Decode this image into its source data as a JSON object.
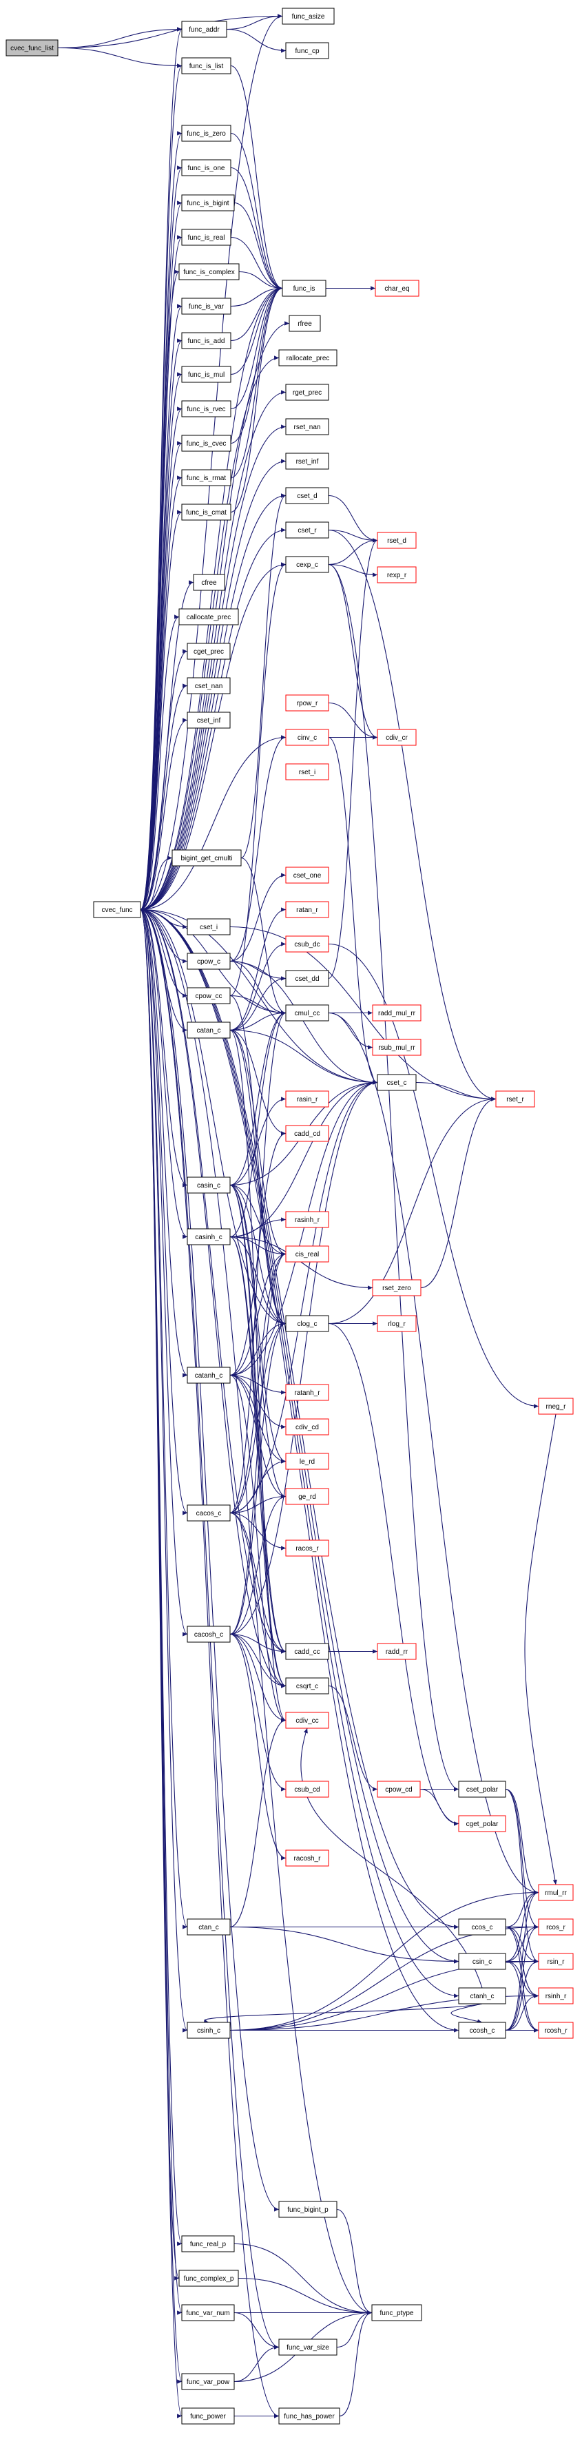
{
  "colors": {
    "edge": "#191970",
    "node_border": "#000000",
    "external_border": "#ff0000",
    "root_fill": "#bfbfbf",
    "node_fill": "#ffffff"
  },
  "nodes": [
    {
      "id": "cvec_func_list",
      "label": "cvec_func_list",
      "kind": "root"
    },
    {
      "id": "func_addr",
      "label": "func_addr",
      "kind": "normal"
    },
    {
      "id": "func_asize",
      "label": "func_asize",
      "kind": "normal"
    },
    {
      "id": "func_cp",
      "label": "func_cp",
      "kind": "normal"
    },
    {
      "id": "func_is_list",
      "label": "func_is_list",
      "kind": "normal"
    },
    {
      "id": "func_is_zero",
      "label": "func_is_zero",
      "kind": "normal"
    },
    {
      "id": "func_is_one",
      "label": "func_is_one",
      "kind": "normal"
    },
    {
      "id": "func_is_bigint",
      "label": "func_is_bigint",
      "kind": "normal"
    },
    {
      "id": "func_is_real",
      "label": "func_is_real",
      "kind": "normal"
    },
    {
      "id": "func_is_complex",
      "label": "func_is_complex",
      "kind": "normal"
    },
    {
      "id": "func_is",
      "label": "func_is",
      "kind": "normal"
    },
    {
      "id": "char_eq",
      "label": "char_eq",
      "kind": "external"
    },
    {
      "id": "func_is_var",
      "label": "func_is_var",
      "kind": "normal"
    },
    {
      "id": "func_is_add",
      "label": "func_is_add",
      "kind": "normal"
    },
    {
      "id": "func_is_mul",
      "label": "func_is_mul",
      "kind": "normal"
    },
    {
      "id": "func_is_rvec",
      "label": "func_is_rvec",
      "kind": "normal"
    },
    {
      "id": "func_is_cvec",
      "label": "func_is_cvec",
      "kind": "normal"
    },
    {
      "id": "func_is_rmat",
      "label": "func_is_rmat",
      "kind": "normal"
    },
    {
      "id": "func_is_cmat",
      "label": "func_is_cmat",
      "kind": "normal"
    },
    {
      "id": "rfree",
      "label": "rfree",
      "kind": "normal"
    },
    {
      "id": "rallocate_prec",
      "label": "rallocate_prec",
      "kind": "normal"
    },
    {
      "id": "rget_prec",
      "label": "rget_prec",
      "kind": "normal"
    },
    {
      "id": "rset_nan",
      "label": "rset_nan",
      "kind": "normal"
    },
    {
      "id": "rset_inf",
      "label": "rset_inf",
      "kind": "normal"
    },
    {
      "id": "cset_d",
      "label": "cset_d",
      "kind": "normal"
    },
    {
      "id": "cset_r",
      "label": "cset_r",
      "kind": "normal"
    },
    {
      "id": "rset_d",
      "label": "rset_d",
      "kind": "external"
    },
    {
      "id": "cexp_c",
      "label": "cexp_c",
      "kind": "normal"
    },
    {
      "id": "rexp_r",
      "label": "rexp_r",
      "kind": "external"
    },
    {
      "id": "cfree",
      "label": "cfree",
      "kind": "normal"
    },
    {
      "id": "callocate_prec",
      "label": "callocate_prec",
      "kind": "normal"
    },
    {
      "id": "cget_prec",
      "label": "cget_prec",
      "kind": "normal"
    },
    {
      "id": "cset_nan",
      "label": "cset_nan",
      "kind": "normal"
    },
    {
      "id": "cset_inf",
      "label": "cset_inf",
      "kind": "normal"
    },
    {
      "id": "rpow_r",
      "label": "rpow_r",
      "kind": "external"
    },
    {
      "id": "cinv_c",
      "label": "cinv_c",
      "kind": "external"
    },
    {
      "id": "cdiv_cr",
      "label": "cdiv_cr",
      "kind": "external"
    },
    {
      "id": "rset_i",
      "label": "rset_i",
      "kind": "external"
    },
    {
      "id": "bigint_get_cmulti",
      "label": "bigint_get_cmulti",
      "kind": "normal"
    },
    {
      "id": "cset_one",
      "label": "cset_one",
      "kind": "external"
    },
    {
      "id": "cvec_func",
      "label": "cvec_func",
      "kind": "normal"
    },
    {
      "id": "ratan_r",
      "label": "ratan_r",
      "kind": "external"
    },
    {
      "id": "cset_i",
      "label": "cset_i",
      "kind": "normal"
    },
    {
      "id": "csub_dc",
      "label": "csub_dc",
      "kind": "external"
    },
    {
      "id": "cpow_c",
      "label": "cpow_c",
      "kind": "normal"
    },
    {
      "id": "cset_dd",
      "label": "cset_dd",
      "kind": "normal"
    },
    {
      "id": "cpow_cc",
      "label": "cpow_cc",
      "kind": "normal"
    },
    {
      "id": "cmul_cc",
      "label": "cmul_cc",
      "kind": "normal"
    },
    {
      "id": "radd_mul_rr",
      "label": "radd_mul_rr",
      "kind": "external"
    },
    {
      "id": "catan_c",
      "label": "catan_c",
      "kind": "normal"
    },
    {
      "id": "rsub_mul_rr",
      "label": "rsub_mul_rr",
      "kind": "external"
    },
    {
      "id": "cset_c",
      "label": "cset_c",
      "kind": "normal"
    },
    {
      "id": "rset_r",
      "label": "rset_r",
      "kind": "external"
    },
    {
      "id": "rasin_r",
      "label": "rasin_r",
      "kind": "external"
    },
    {
      "id": "cadd_cd",
      "label": "cadd_cd",
      "kind": "external"
    },
    {
      "id": "casin_c",
      "label": "casin_c",
      "kind": "normal"
    },
    {
      "id": "rasinh_r",
      "label": "rasinh_r",
      "kind": "external"
    },
    {
      "id": "casinh_c",
      "label": "casinh_c",
      "kind": "normal"
    },
    {
      "id": "cis_real",
      "label": "cis_real",
      "kind": "external"
    },
    {
      "id": "rset_zero",
      "label": "rset_zero",
      "kind": "external"
    },
    {
      "id": "clog_c",
      "label": "clog_c",
      "kind": "normal"
    },
    {
      "id": "rlog_r",
      "label": "rlog_r",
      "kind": "external"
    },
    {
      "id": "catanh_c",
      "label": "catanh_c",
      "kind": "normal"
    },
    {
      "id": "ratanh_r",
      "label": "ratanh_r",
      "kind": "external"
    },
    {
      "id": "rneg_r",
      "label": "rneg_r",
      "kind": "external"
    },
    {
      "id": "cdiv_cd",
      "label": "cdiv_cd",
      "kind": "external"
    },
    {
      "id": "le_rd",
      "label": "le_rd",
      "kind": "external"
    },
    {
      "id": "cacos_c",
      "label": "cacos_c",
      "kind": "normal"
    },
    {
      "id": "ge_rd",
      "label": "ge_rd",
      "kind": "external"
    },
    {
      "id": "racos_r",
      "label": "racos_r",
      "kind": "external"
    },
    {
      "id": "cacosh_c",
      "label": "cacosh_c",
      "kind": "normal"
    },
    {
      "id": "cadd_cc",
      "label": "cadd_cc",
      "kind": "normal"
    },
    {
      "id": "radd_rr",
      "label": "radd_rr",
      "kind": "external"
    },
    {
      "id": "csqrt_c",
      "label": "csqrt_c",
      "kind": "normal"
    },
    {
      "id": "cdiv_cc",
      "label": "cdiv_cc",
      "kind": "external"
    },
    {
      "id": "csub_cd",
      "label": "csub_cd",
      "kind": "external"
    },
    {
      "id": "cpow_cd",
      "label": "cpow_cd",
      "kind": "external"
    },
    {
      "id": "cset_polar",
      "label": "cset_polar",
      "kind": "normal"
    },
    {
      "id": "cget_polar",
      "label": "cget_polar",
      "kind": "external"
    },
    {
      "id": "racosh_r",
      "label": "racosh_r",
      "kind": "external"
    },
    {
      "id": "rmul_rr",
      "label": "rmul_rr",
      "kind": "external"
    },
    {
      "id": "ctan_c",
      "label": "ctan_c",
      "kind": "normal"
    },
    {
      "id": "ccos_c",
      "label": "ccos_c",
      "kind": "normal"
    },
    {
      "id": "rcos_r",
      "label": "rcos_r",
      "kind": "external"
    },
    {
      "id": "csin_c",
      "label": "csin_c",
      "kind": "normal"
    },
    {
      "id": "rsin_r",
      "label": "rsin_r",
      "kind": "external"
    },
    {
      "id": "ctanh_c",
      "label": "ctanh_c",
      "kind": "normal"
    },
    {
      "id": "csinh_c",
      "label": "csinh_c",
      "kind": "normal"
    },
    {
      "id": "rsinh_r",
      "label": "rsinh_r",
      "kind": "external"
    },
    {
      "id": "ccosh_c",
      "label": "ccosh_c",
      "kind": "normal"
    },
    {
      "id": "rcosh_r",
      "label": "rcosh_r",
      "kind": "external"
    },
    {
      "id": "func_bigint_p",
      "label": "func_bigint_p",
      "kind": "normal"
    },
    {
      "id": "func_real_p",
      "label": "func_real_p",
      "kind": "normal"
    },
    {
      "id": "func_complex_p",
      "label": "func_complex_p",
      "kind": "normal"
    },
    {
      "id": "func_ptype",
      "label": "func_ptype",
      "kind": "normal"
    },
    {
      "id": "func_var_num",
      "label": "func_var_num",
      "kind": "normal"
    },
    {
      "id": "func_var_size",
      "label": "func_var_size",
      "kind": "normal"
    },
    {
      "id": "func_var_pow",
      "label": "func_var_pow",
      "kind": "normal"
    },
    {
      "id": "func_power",
      "label": "func_power",
      "kind": "normal"
    },
    {
      "id": "func_has_power",
      "label": "func_has_power",
      "kind": "normal"
    }
  ],
  "edges": [
    [
      "cvec_func_list",
      "func_addr"
    ],
    [
      "cvec_func_list",
      "func_asize"
    ],
    [
      "cvec_func_list",
      "func_is_list"
    ],
    [
      "func_addr",
      "func_asize"
    ],
    [
      "func_addr",
      "func_cp"
    ],
    [
      "func_is_list",
      "func_is"
    ],
    [
      "func_is_zero",
      "func_is"
    ],
    [
      "func_is_one",
      "func_is"
    ],
    [
      "func_is_bigint",
      "func_is"
    ],
    [
      "func_is_real",
      "func_is"
    ],
    [
      "func_is_complex",
      "func_is"
    ],
    [
      "func_is",
      "char_eq"
    ],
    [
      "func_is_var",
      "func_is"
    ],
    [
      "func_is_add",
      "func_is"
    ],
    [
      "func_is_mul",
      "func_is"
    ],
    [
      "func_is_rvec",
      "func_is"
    ],
    [
      "func_is_cvec",
      "func_is"
    ],
    [
      "func_is_rmat",
      "func_is"
    ],
    [
      "func_is_cmat",
      "func_is"
    ],
    [
      "cvec_func",
      "func_addr"
    ],
    [
      "cvec_func",
      "func_asize"
    ],
    [
      "cvec_func",
      "func_is_list"
    ],
    [
      "cvec_func",
      "func_is_zero"
    ],
    [
      "cvec_func",
      "func_is_one"
    ],
    [
      "cvec_func",
      "func_is_bigint"
    ],
    [
      "cvec_func",
      "func_is_real"
    ],
    [
      "cvec_func",
      "func_is_complex"
    ],
    [
      "cvec_func",
      "func_is"
    ],
    [
      "cvec_func",
      "func_is_var"
    ],
    [
      "cvec_func",
      "func_is_add"
    ],
    [
      "cvec_func",
      "func_is_mul"
    ],
    [
      "cvec_func",
      "func_is_rvec"
    ],
    [
      "cvec_func",
      "func_is_cvec"
    ],
    [
      "cvec_func",
      "func_is_rmat"
    ],
    [
      "cvec_func",
      "func_is_cmat"
    ],
    [
      "cvec_func",
      "rfree"
    ],
    [
      "cvec_func",
      "rallocate_prec"
    ],
    [
      "cvec_func",
      "rget_prec"
    ],
    [
      "cvec_func",
      "rset_nan"
    ],
    [
      "cvec_func",
      "rset_inf"
    ],
    [
      "cvec_func",
      "cset_d"
    ],
    [
      "cvec_func",
      "cset_r"
    ],
    [
      "cvec_func",
      "cexp_c"
    ],
    [
      "cvec_func",
      "cfree"
    ],
    [
      "cvec_func",
      "callocate_prec"
    ],
    [
      "cvec_func",
      "cget_prec"
    ],
    [
      "cvec_func",
      "cset_nan"
    ],
    [
      "cvec_func",
      "cset_inf"
    ],
    [
      "cvec_func",
      "cinv_c"
    ],
    [
      "cvec_func",
      "bigint_get_cmulti"
    ],
    [
      "cvec_func",
      "cset_i"
    ],
    [
      "cvec_func",
      "cpow_c"
    ],
    [
      "cvec_func",
      "cpow_cc"
    ],
    [
      "cvec_func",
      "catan_c"
    ],
    [
      "cvec_func",
      "casin_c"
    ],
    [
      "cvec_func",
      "casinh_c"
    ],
    [
      "cvec_func",
      "catanh_c"
    ],
    [
      "cvec_func",
      "cacos_c"
    ],
    [
      "cvec_func",
      "cacosh_c"
    ],
    [
      "cvec_func",
      "ctan_c"
    ],
    [
      "cvec_func",
      "ccos_c"
    ],
    [
      "cvec_func",
      "csin_c"
    ],
    [
      "cvec_func",
      "ctanh_c"
    ],
    [
      "cvec_func",
      "csinh_c"
    ],
    [
      "cvec_func",
      "ccosh_c"
    ],
    [
      "cvec_func",
      "clog_c"
    ],
    [
      "cvec_func",
      "csqrt_c"
    ],
    [
      "cvec_func",
      "cmul_cc"
    ],
    [
      "cvec_func",
      "cadd_cc"
    ],
    [
      "cvec_func",
      "cset_c"
    ],
    [
      "cvec_func",
      "func_bigint_p"
    ],
    [
      "cvec_func",
      "func_real_p"
    ],
    [
      "cvec_func",
      "func_complex_p"
    ],
    [
      "cvec_func",
      "func_var_num"
    ],
    [
      "cvec_func",
      "func_var_size"
    ],
    [
      "cvec_func",
      "func_var_pow"
    ],
    [
      "cvec_func",
      "func_power"
    ],
    [
      "cvec_func",
      "func_has_power"
    ],
    [
      "cvec_func",
      "func_ptype"
    ],
    [
      "cset_d",
      "rset_d"
    ],
    [
      "cset_r",
      "rset_d"
    ],
    [
      "cset_r",
      "rset_r"
    ],
    [
      "cexp_c",
      "rexp_r"
    ],
    [
      "cexp_c",
      "rset_d"
    ],
    [
      "cexp_c",
      "cdiv_cr"
    ],
    [
      "cexp_c",
      "cset_polar"
    ],
    [
      "cinv_c",
      "cdiv_cr"
    ],
    [
      "cinv_c",
      "cset_c"
    ],
    [
      "rpow_r",
      "cdiv_cr"
    ],
    [
      "bigint_get_cmulti",
      "cset_d"
    ],
    [
      "bigint_get_cmulti",
      "cmul_cc"
    ],
    [
      "cpow_c",
      "cset_one"
    ],
    [
      "cpow_c",
      "cmul_cc"
    ],
    [
      "cpow_c",
      "cset_dd"
    ],
    [
      "cpow_c",
      "cset_c"
    ],
    [
      "cpow_c",
      "cinv_c"
    ],
    [
      "cpow_cc",
      "cmul_cc"
    ],
    [
      "cpow_cc",
      "clog_c"
    ],
    [
      "cpow_cc",
      "cexp_c"
    ],
    [
      "cmul_cc",
      "radd_mul_rr"
    ],
    [
      "cmul_cc",
      "rsub_mul_rr"
    ],
    [
      "cmul_cc",
      "rmul_rr"
    ],
    [
      "cset_c",
      "rset_r"
    ],
    [
      "cset_dd",
      "rset_d"
    ],
    [
      "cset_i",
      "rset_r"
    ],
    [
      "catan_c",
      "ratan_r"
    ],
    [
      "catan_c",
      "cis_real"
    ],
    [
      "catan_c",
      "cmul_cc"
    ],
    [
      "catan_c",
      "csub_dc"
    ],
    [
      "catan_c",
      "cadd_cd"
    ],
    [
      "catan_c",
      "clog_c"
    ],
    [
      "catan_c",
      "cdiv_cc"
    ],
    [
      "catan_c",
      "cset_c"
    ],
    [
      "catan_c",
      "cset_dd"
    ],
    [
      "casin_c",
      "rasin_r"
    ],
    [
      "casin_c",
      "cis_real"
    ],
    [
      "casin_c",
      "cmul_cc"
    ],
    [
      "casin_c",
      "csqrt_c"
    ],
    [
      "casin_c",
      "clog_c"
    ],
    [
      "casin_c",
      "cadd_cc"
    ],
    [
      "casin_c",
      "cset_c"
    ],
    [
      "casin_c",
      "le_rd"
    ],
    [
      "casin_c",
      "ge_rd"
    ],
    [
      "casinh_c",
      "rasinh_r"
    ],
    [
      "casinh_c",
      "cis_real"
    ],
    [
      "casinh_c",
      "clog_c"
    ],
    [
      "casinh_c",
      "cadd_cc"
    ],
    [
      "casinh_c",
      "csqrt_c"
    ],
    [
      "casinh_c",
      "cmul_cc"
    ],
    [
      "casinh_c",
      "cset_c"
    ],
    [
      "casinh_c",
      "rset_zero"
    ],
    [
      "catanh_c",
      "ratanh_r"
    ],
    [
      "catanh_c",
      "cis_real"
    ],
    [
      "catanh_c",
      "cdiv_cd"
    ],
    [
      "catanh_c",
      "clog_c"
    ],
    [
      "catanh_c",
      "le_rd"
    ],
    [
      "catanh_c",
      "ge_rd"
    ],
    [
      "catanh_c",
      "cset_c"
    ],
    [
      "catanh_c",
      "cdiv_cc"
    ],
    [
      "catanh_c",
      "cadd_cd"
    ],
    [
      "cacos_c",
      "racos_r"
    ],
    [
      "cacos_c",
      "cis_real"
    ],
    [
      "cacos_c",
      "le_rd"
    ],
    [
      "cacos_c",
      "ge_rd"
    ],
    [
      "cacos_c",
      "clog_c"
    ],
    [
      "cacos_c",
      "csqrt_c"
    ],
    [
      "cacos_c",
      "cadd_cc"
    ],
    [
      "cacos_c",
      "cmul_cc"
    ],
    [
      "cacos_c",
      "cset_c"
    ],
    [
      "cacosh_c",
      "racosh_r"
    ],
    [
      "cacosh_c",
      "cis_real"
    ],
    [
      "cacosh_c",
      "ge_rd"
    ],
    [
      "cacosh_c",
      "clog_c"
    ],
    [
      "cacosh_c",
      "csqrt_c"
    ],
    [
      "cacosh_c",
      "cadd_cc"
    ],
    [
      "cacosh_c",
      "csub_cd"
    ],
    [
      "cacosh_c",
      "cdiv_cc"
    ],
    [
      "cacosh_c",
      "cset_c"
    ],
    [
      "clog_c",
      "rlog_r"
    ],
    [
      "clog_c",
      "cget_polar"
    ],
    [
      "clog_c",
      "rset_r"
    ],
    [
      "cadd_cc",
      "radd_rr"
    ],
    [
      "csqrt_c",
      "cpow_cd"
    ],
    [
      "cpow_cd",
      "cset_polar"
    ],
    [
      "cpow_cd",
      "cget_polar"
    ],
    [
      "cset_polar",
      "rmul_rr"
    ],
    [
      "cset_polar",
      "rcos_r"
    ],
    [
      "cset_polar",
      "rsin_r"
    ],
    [
      "rset_zero",
      "rset_r"
    ],
    [
      "rneg_r",
      "rmul_rr"
    ],
    [
      "csub_dc",
      "rneg_r"
    ],
    [
      "ctan_c",
      "ccos_c"
    ],
    [
      "ctan_c",
      "csin_c"
    ],
    [
      "ctan_c",
      "cdiv_cc"
    ],
    [
      "ccos_c",
      "rmul_rr"
    ],
    [
      "ccos_c",
      "rcos_r"
    ],
    [
      "ccos_c",
      "rsin_r"
    ],
    [
      "ccos_c",
      "rsinh_r"
    ],
    [
      "ccos_c",
      "rcosh_r"
    ],
    [
      "csin_c",
      "rmul_rr"
    ],
    [
      "csin_c",
      "rcos_r"
    ],
    [
      "csin_c",
      "rsin_r"
    ],
    [
      "csin_c",
      "rsinh_r"
    ],
    [
      "csin_c",
      "rcosh_r"
    ],
    [
      "ctanh_c",
      "csinh_c"
    ],
    [
      "ctanh_c",
      "ccosh_c"
    ],
    [
      "ctanh_c",
      "cdiv_cc"
    ],
    [
      "csinh_c",
      "rmul_rr"
    ],
    [
      "csinh_c",
      "rcos_r"
    ],
    [
      "csinh_c",
      "rsin_r"
    ],
    [
      "csinh_c",
      "rsinh_r"
    ],
    [
      "csinh_c",
      "rcosh_r"
    ],
    [
      "ccosh_c",
      "rmul_rr"
    ],
    [
      "ccosh_c",
      "rcos_r"
    ],
    [
      "ccosh_c",
      "rsin_r"
    ],
    [
      "ccosh_c",
      "rsinh_r"
    ],
    [
      "ccosh_c",
      "rcosh_r"
    ],
    [
      "func_bigint_p",
      "func_ptype"
    ],
    [
      "func_real_p",
      "func_ptype"
    ],
    [
      "func_complex_p",
      "func_ptype"
    ],
    [
      "func_var_num",
      "func_ptype"
    ],
    [
      "func_var_num",
      "func_var_size"
    ],
    [
      "func_var_size",
      "func_ptype"
    ],
    [
      "func_var_pow",
      "func_ptype"
    ],
    [
      "func_var_pow",
      "func_var_size"
    ],
    [
      "func_power",
      "func_has_power"
    ],
    [
      "func_has_power",
      "func_ptype"
    ]
  ]
}
